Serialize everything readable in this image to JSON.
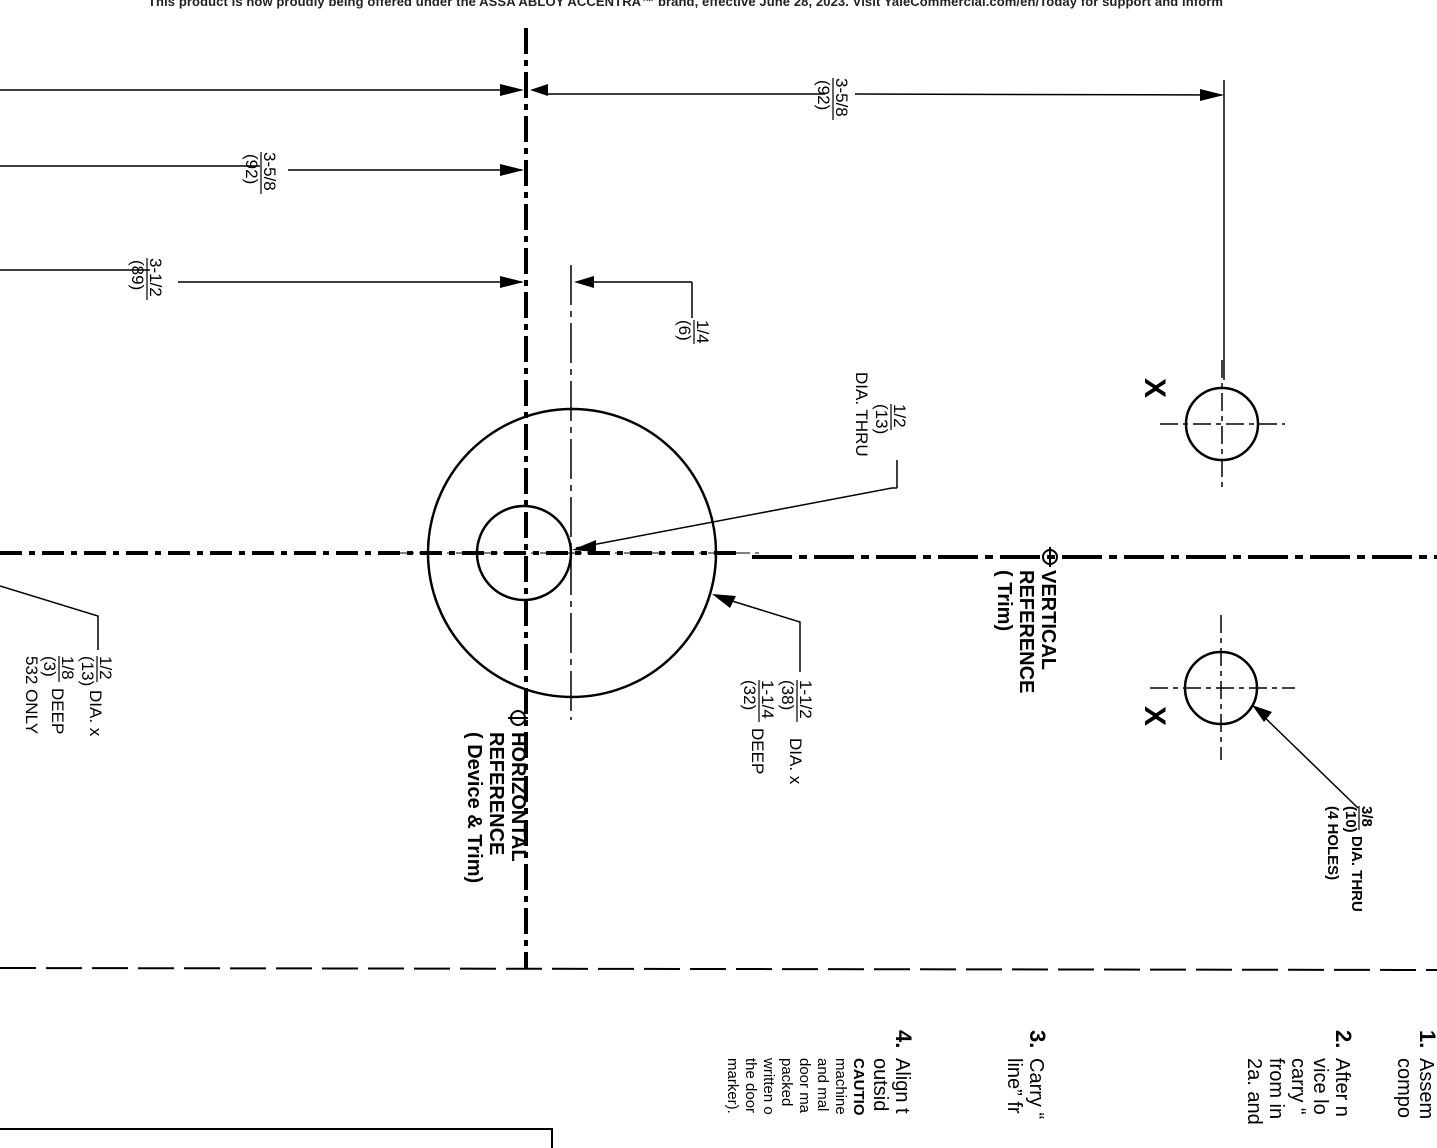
{
  "banner": "This product is now proudly being offered under the ASSA ABLOY ACCENTRA™ brand, effective June 28, 2023. Visit YaleCommercial.com/en/Today for support and inform",
  "dims": {
    "d1": {
      "num": "3-5/8",
      "mm": "(92)"
    },
    "d2": {
      "num": "3-5/8",
      "mm": "(92)"
    },
    "d3": {
      "num": "3-1/2",
      "mm": "(89)"
    },
    "d4": {
      "num": "1/4",
      "mm": "(6)"
    }
  },
  "callouts": {
    "small_hole": {
      "num": "1/2",
      "mm": "(13)",
      "desc": "DIA. THRU"
    },
    "big_hole": {
      "num1": "1-1/2",
      "mm1": "(38)",
      "tail1": "DIA. x",
      "num2": "1-1/4",
      "mm2": "(32)",
      "tail2": "DEEP"
    },
    "left_hole": {
      "num1": "1/2",
      "mm1": "(13)",
      "tail1": "DIA. x",
      "num2": "1/8",
      "mm2": "(3)",
      "tail2": "DEEP",
      "note": "532 ONLY"
    },
    "four_holes": {
      "num": "3/8",
      "mm": "(10)",
      "tail": "DIA. THRU",
      "note": "(4 HOLES)"
    }
  },
  "marks": {
    "x1": "X",
    "x2": "X"
  },
  "vertical_ref": {
    "line1": "VERTICAL",
    "line2": "REFERENCE",
    "line3": "( Trim)"
  },
  "horizontal_ref": {
    "line1": "HORIZONTAL",
    "line2": "REFERENCE",
    "line3": "( Device & Trim)"
  },
  "steps": [
    {
      "num": "1.",
      "lines": [
        "Assem",
        "compo"
      ]
    },
    {
      "num": "2.",
      "lines": [
        "After n",
        "vice lo",
        "carry “",
        "from in",
        "2a. and"
      ]
    },
    {
      "num": "3.",
      "lines": [
        "Carry “",
        "line” fr"
      ]
    },
    {
      "num": "4.",
      "lines": [
        "Align t",
        "outsid",
        "CAUTIO",
        "machine",
        "and mal",
        "door ma",
        "packed",
        "written o",
        "the door",
        "marker)."
      ]
    }
  ]
}
